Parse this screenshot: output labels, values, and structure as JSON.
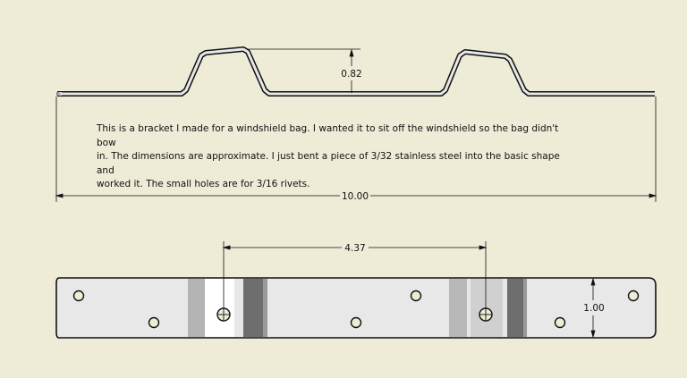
{
  "note": {
    "line1": "This is a bracket I made for a windshield bag.  I wanted it to sit off the windshield so the bag didn't bow",
    "line2": "in. The dimensions are approximate.  I just bent a piece of 3/32 stainless steel into the basic shape and",
    "line3": "worked it.  The small holes are for 3/16 rivets."
  },
  "dimensions": {
    "height": "0.82",
    "length": "10.00",
    "hole_spacing": "4.37",
    "width": "1.00"
  },
  "colors": {
    "background": "#eeebd7",
    "part_fill": "#e8e8e8",
    "line": "#111111"
  }
}
